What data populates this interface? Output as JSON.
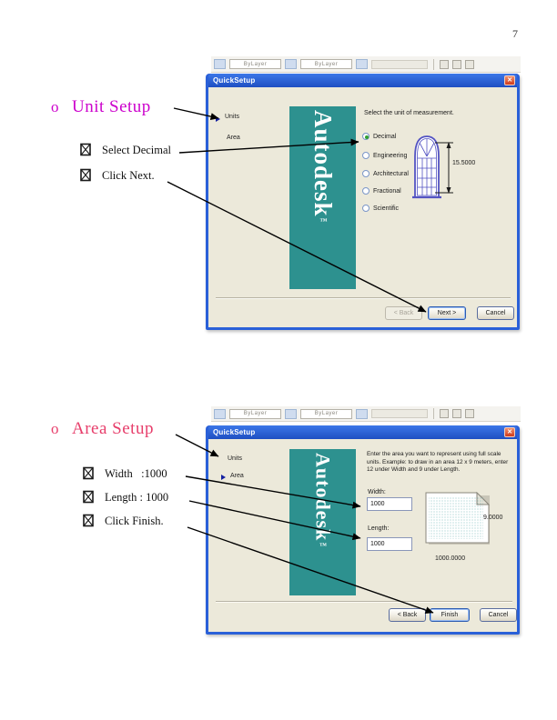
{
  "page": {
    "number": "7"
  },
  "sections": [
    {
      "bullet": "o",
      "heading": "Unit Setup",
      "steps": [
        {
          "label": "Select Decimal"
        },
        {
          "label": "Click Next."
        }
      ]
    },
    {
      "bullet": "o",
      "heading": "Area Setup",
      "steps": [
        {
          "label": "Width   :1000"
        },
        {
          "label": "Length : 1000"
        },
        {
          "label": "Click Finish."
        }
      ]
    }
  ],
  "toolbar": {
    "dropdown1": "ByLayer",
    "dropdown2": "ByLayer"
  },
  "icons": {
    "close": "✕"
  },
  "dialog1": {
    "title": "QuickSetup",
    "nav": [
      {
        "label": "Units"
      },
      {
        "label": "Area"
      }
    ],
    "brand": "Autodesk",
    "brand_mark": "™",
    "instruction": "Select the unit of measurement.",
    "radios": [
      {
        "label": "Decimal",
        "selected": true
      },
      {
        "label": "Engineering",
        "selected": false
      },
      {
        "label": "Architectural",
        "selected": false
      },
      {
        "label": "Fractional",
        "selected": false
      },
      {
        "label": "Scientific",
        "selected": false
      }
    ],
    "dimension_label": "15.5000",
    "buttons": {
      "back": "< Back",
      "next": "Next >",
      "cancel": "Cancel"
    }
  },
  "dialog2": {
    "title": "QuickSetup",
    "nav": [
      {
        "label": "Units"
      },
      {
        "label": "Area"
      }
    ],
    "brand": "Autodesk",
    "brand_mark": "™",
    "instruction": "Enter the area you want to represent using full scale units.  Example: to draw in an area 12 x 9 meters, enter 12 under Width and 9 under Length.",
    "width_label": "Width:",
    "width_value": "1000",
    "length_label": "Length:",
    "length_value": "1000",
    "paper_height_label": "9.0000",
    "paper_width_label": "1000.0000",
    "buttons": {
      "back": "< Back",
      "finish": "Finish",
      "cancel": "Cancel"
    }
  },
  "colors": {
    "heading1": "#cc00cc",
    "heading2": "#e73e6b",
    "teal_banner": "#2d918f",
    "titlebar_blue": "#2a60d8",
    "dialog_body": "#ece9da"
  }
}
